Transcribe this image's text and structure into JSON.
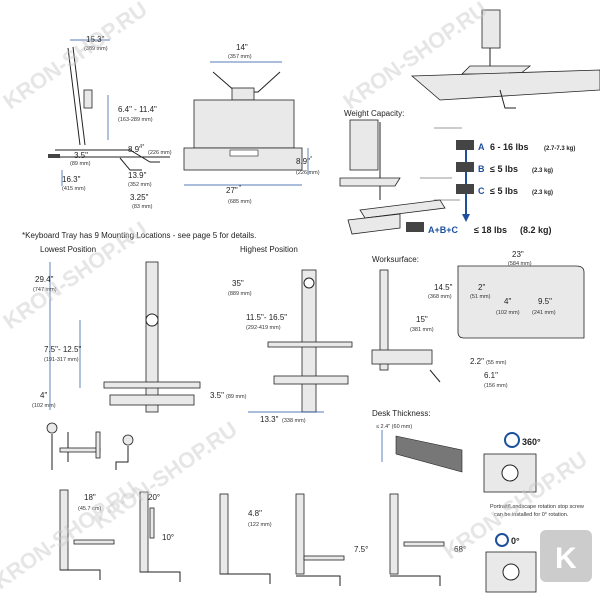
{
  "top_side": {
    "width": "15.3\"",
    "width_mm": "(389 mm)",
    "height": "6.4\" - 11.4\"",
    "height_mm": "(163-289 mm)",
    "depth1": "3.5\"",
    "depth1_mm": "(89 mm)",
    "depth2": "8.9\"",
    "depth2_mm": "(226 mm)",
    "base": "16.3\"",
    "base_mm": "(415 mm)",
    "tray": "13.9\"",
    "tray_mm": "(352 mm)",
    "clamp": "3.25\"",
    "clamp_mm": "(83 mm)",
    "star": "**"
  },
  "top_front": {
    "width": "14\"",
    "width_mm": "(357 mm)",
    "total": "27\"",
    "total_star": "*",
    "total_mm": "(685 mm)",
    "height": "8.9\"",
    "height_star": "*",
    "height_mm": "(226 mm)"
  },
  "note": "*Keyboard Tray has 9 Mounting Locations - see page 5 for details.",
  "weight": {
    "title": "Weight Capacity:",
    "items": [
      {
        "letter": "A",
        "value": "6 - 16 lbs",
        "metric": "(2.7-7.3 kg)"
      },
      {
        "letter": "B",
        "value": "≤ 5 lbs",
        "metric": "(2.3 kg)"
      },
      {
        "letter": "C",
        "value": "≤ 5 lbs",
        "metric": "(2.3 kg)"
      },
      {
        "letter": "A+B+C",
        "value": "≤ 18 lbs",
        "metric": "(8.2 kg)"
      }
    ]
  },
  "lowest": {
    "title": "Lowest Position",
    "h": "29.4\"",
    "h_mm": "(747 mm)",
    "range": "7.5\"- 12.5\"",
    "range_mm": "(191-317 mm)",
    "base": "4\"",
    "base_mm": "(102 mm)"
  },
  "highest": {
    "title": "Highest Position",
    "h": "35\"",
    "h_mm": "(889 mm)",
    "range": "11.5\"- 16.5\"",
    "range_mm": "(292-419 mm)",
    "base": "3.5\"",
    "base_mm": "(89 mm)",
    "depth": "13.3\"",
    "depth_mm": "(338 mm)"
  },
  "worksurface": {
    "title": "Worksurface:",
    "w": "23\"",
    "w_mm": "(584 mm)",
    "d": "14.5\"",
    "d_mm": "(368 mm)",
    "c": "2\"",
    "c_mm": "(51 mm)",
    "a": "4\"",
    "a_mm": "(102 mm)",
    "b": "9.5\"",
    "b_mm": "(241 mm)",
    "h": "15\"",
    "h_mm": "(381 mm)",
    "e": "2.2\"",
    "e_mm": "(55 mm)",
    "f": "6.1\"",
    "f_mm": "(156 mm)"
  },
  "desk": {
    "title": "Desk Thickness:",
    "value": "≤ 2.4\" (60 mm)"
  },
  "rotation": {
    "deg360": "360°",
    "deg0": "0°",
    "note_l1": "Portrait/Landscape rotation stop screw",
    "note_l2": "can be installed for 0° rotation."
  },
  "tilt": {
    "a": "18\"",
    "a_mm": "(45.7 cm)",
    "b": "20°",
    "c": "10°",
    "d": "4.8\"",
    "d_mm": "(122 mm)",
    "e": "7.5°",
    "f": "68°"
  },
  "watermark": "KRON-SHOP.RU",
  "badge": "K"
}
